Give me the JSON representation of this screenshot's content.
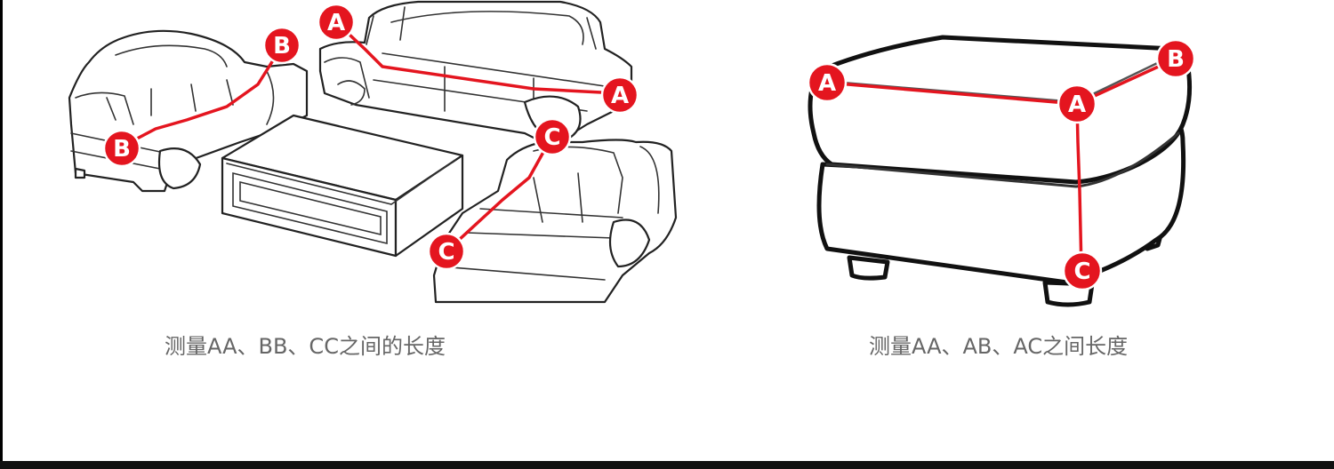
{
  "left_panel": {
    "caption": "测量AA、BB、CC之间的长度",
    "markers": [
      "A",
      "A",
      "B",
      "B",
      "C",
      "C"
    ]
  },
  "right_panel": {
    "caption": "测量AA、AB、AC之间长度",
    "markers": [
      "A",
      "A",
      "B",
      "C"
    ]
  },
  "colors": {
    "marker": "#e4151f",
    "line": "#e4151f",
    "caption": "#666666"
  }
}
